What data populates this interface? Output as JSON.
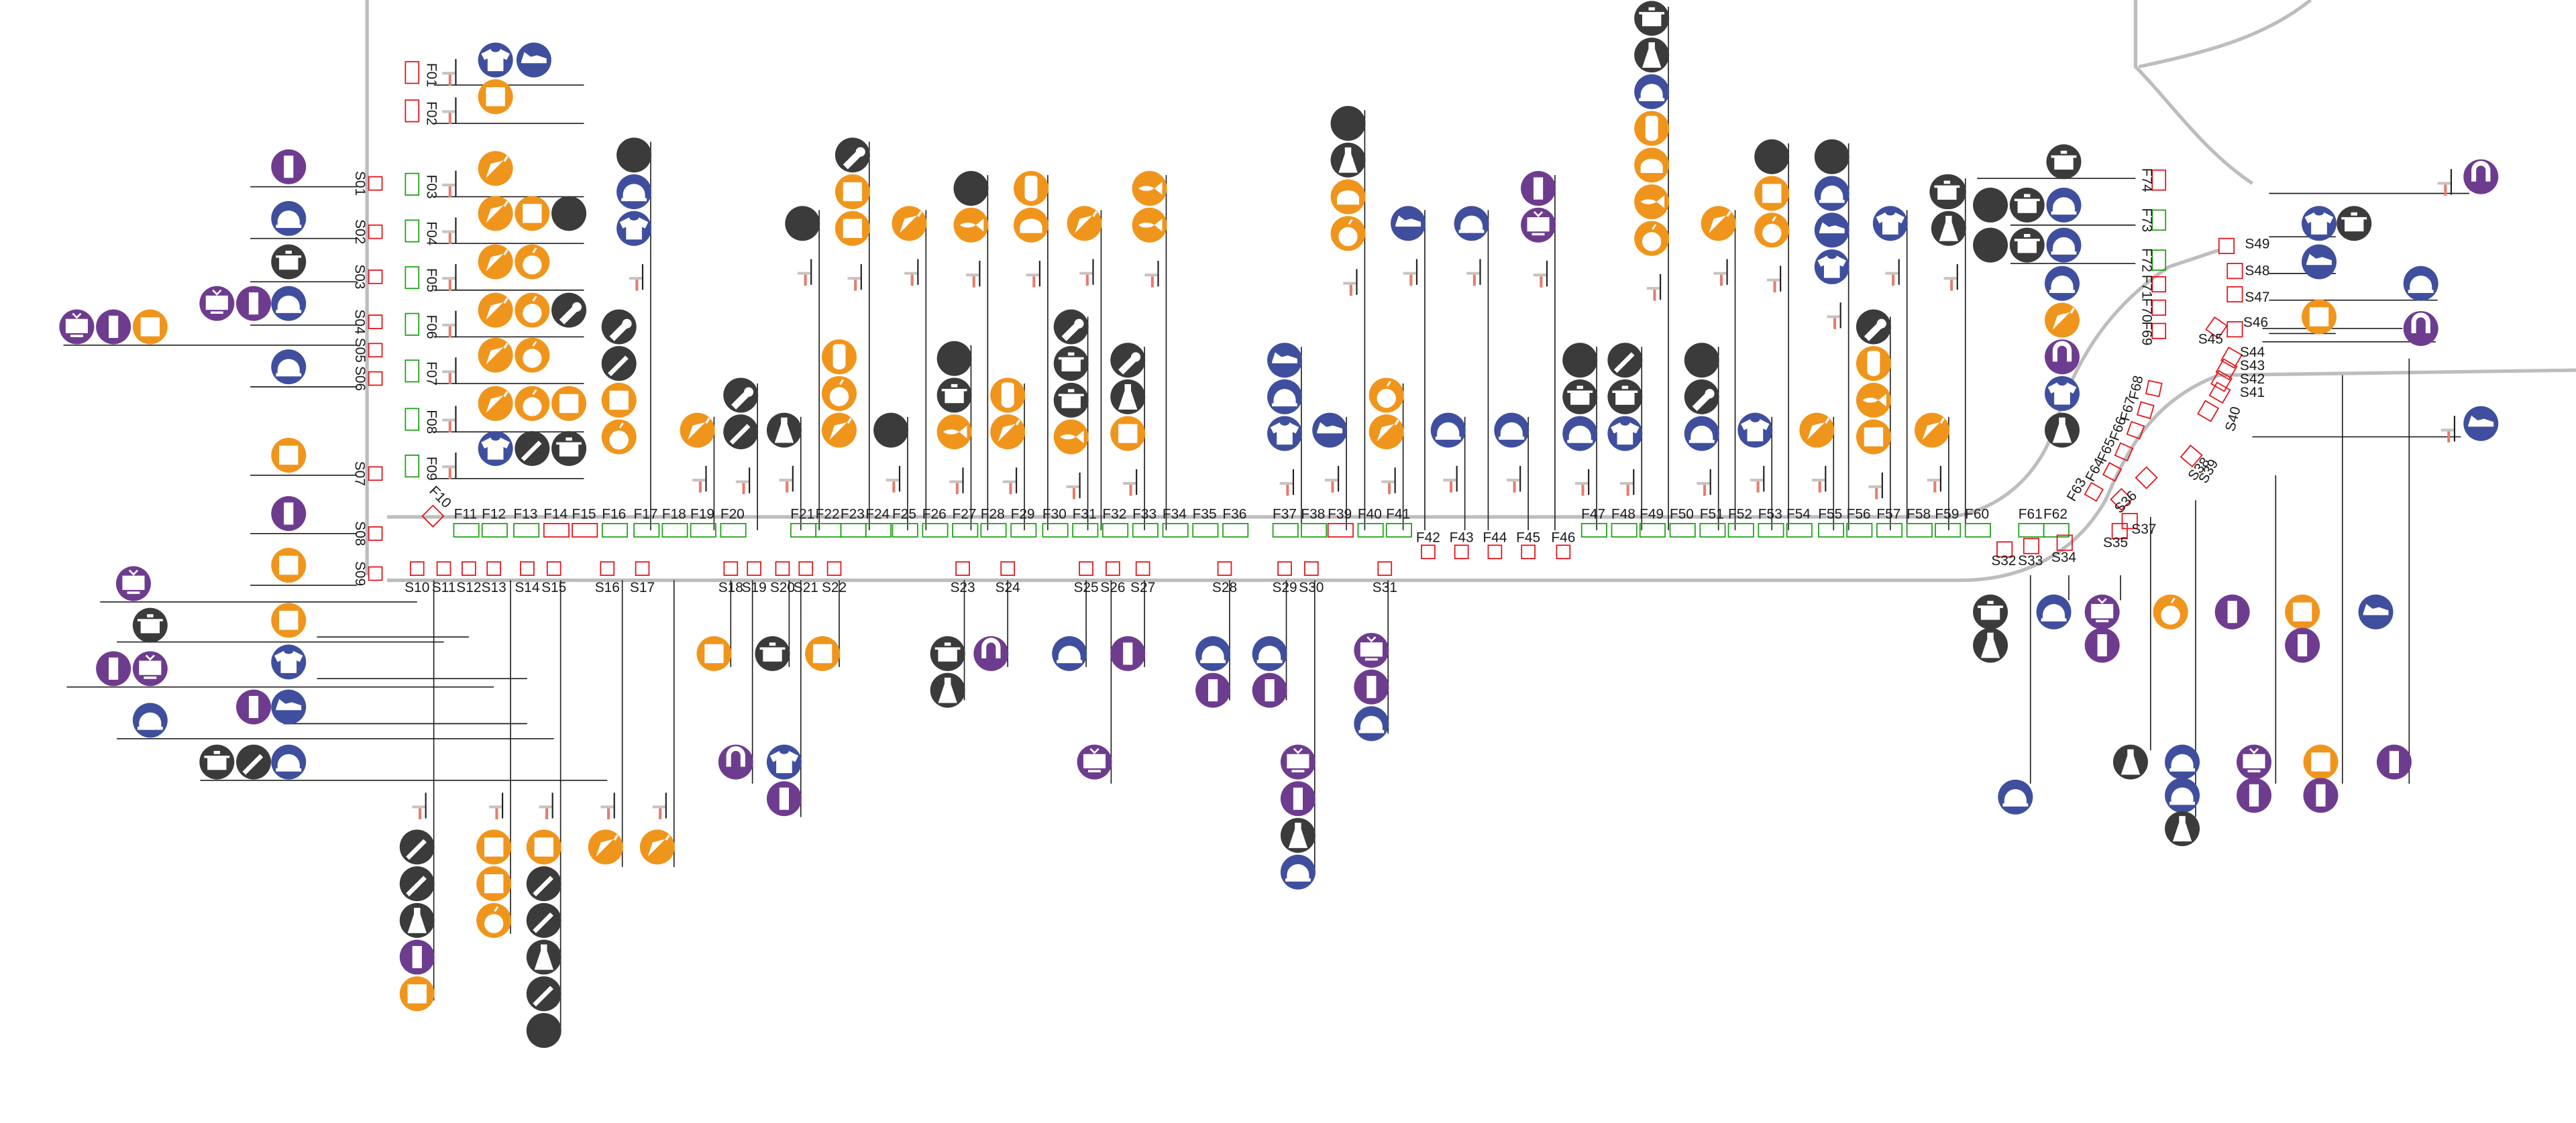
{
  "colors": {
    "purple": "#6e3c8e",
    "navy": "#3f4f9e",
    "orange": "#f0951c",
    "dark": "#3b3b3b",
    "stall_frame": "#22a11b",
    "stall_shop": "#e3151b",
    "road": "#bdbdbd",
    "lines": "#1f1f1f"
  },
  "icon_legend": {
    "phone": "purple",
    "tv": "purple",
    "radio": "purple",
    "audio": "purple",
    "headset": "navy",
    "shirt": "navy",
    "shoe": "navy",
    "cap": "navy",
    "fruit": "orange",
    "carrot": "orange",
    "corn": "orange",
    "bread": "orange",
    "fish": "orange",
    "food-box": "orange",
    "pot": "dark",
    "wrench": "dark",
    "knife": "dark",
    "dress": "dark",
    "blank": "dark"
  },
  "f_labels": [
    "F01",
    "F02",
    "F03",
    "F04",
    "F05",
    "F06",
    "F07",
    "F08",
    "F09",
    "F10",
    "F11",
    "F12",
    "F13",
    "F14",
    "F15",
    "F16",
    "F17",
    "F18",
    "F19",
    "F20",
    "F21",
    "F22",
    "F23",
    "F24",
    "F25",
    "F26",
    "F27",
    "F28",
    "F29",
    "F30",
    "F31",
    "F32",
    "F33",
    "F34",
    "F35",
    "F36",
    "F37",
    "F38",
    "F39",
    "F40",
    "F41",
    "F42",
    "F43",
    "F44",
    "F45",
    "F46",
    "F47",
    "F48",
    "F49",
    "F50",
    "F51",
    "F52",
    "F53",
    "F54",
    "F55",
    "F56",
    "F57",
    "F58",
    "F59",
    "F60",
    "F61",
    "F62",
    "F63",
    "F64",
    "F65",
    "F66",
    "F67",
    "F68",
    "F69",
    "F70",
    "F71",
    "F72",
    "F73",
    "F74"
  ],
  "s_labels": [
    "S01",
    "S02",
    "S03",
    "S04",
    "S05",
    "S06",
    "S07",
    "S08",
    "S09",
    "S10",
    "S11",
    "S12",
    "S13",
    "S14",
    "S15",
    "S16",
    "S17",
    "S18",
    "S19",
    "S20",
    "S21",
    "S22",
    "S23",
    "S24",
    "S25",
    "S26",
    "S27",
    "S28",
    "S29",
    "S30",
    "S31",
    "S32",
    "S33",
    "S34",
    "S35",
    "S36",
    "S37",
    "S38",
    "S39",
    "S40",
    "S41",
    "S42",
    "S43",
    "S44",
    "S45",
    "S46",
    "S47",
    "S48",
    "S49"
  ]
}
